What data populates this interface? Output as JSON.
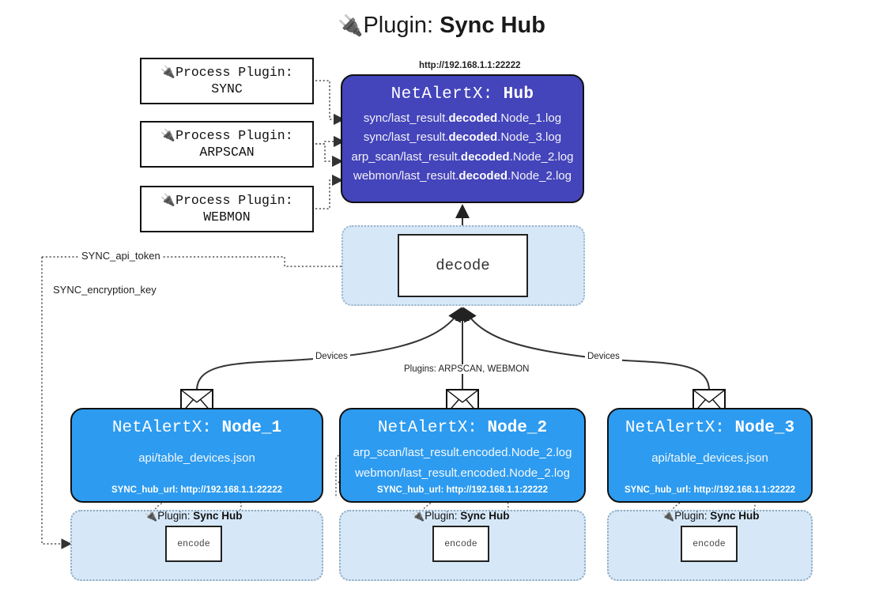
{
  "title": {
    "icon": "electric-plug-icon",
    "prefix": "Plugin: ",
    "name": "Sync Hub",
    "glyph": "🔌"
  },
  "process_plugins": [
    {
      "line1": "Process Plugin:",
      "line2": "SYNC"
    },
    {
      "line1": "Process Plugin:",
      "line2": "ARPSCAN"
    },
    {
      "line1": "Process Plugin:",
      "line2": "WEBMON"
    }
  ],
  "hub": {
    "url": "http://192.168.1.1:22222",
    "title_prefix": "NetAlertX: ",
    "title_name": "Hub",
    "logs": [
      {
        "pre": "sync/last_result.",
        "mid": "decoded",
        "post": ".Node_1.log"
      },
      {
        "pre": "sync/last_result.",
        "mid": "decoded",
        "post": ".Node_3.log"
      },
      {
        "pre": "arp_scan/last_result.",
        "mid": "decoded",
        "post": ".Node_2.log"
      },
      {
        "pre": "webmon/last_result.",
        "mid": "decoded",
        "post": ".Node_2.log"
      }
    ]
  },
  "decode": {
    "label": "decode"
  },
  "secrets": {
    "api_token": "SYNC_api_token",
    "encryption_key": "SYNC_encryption_key"
  },
  "edges": {
    "devices_left": "Devices",
    "devices_right": "Devices",
    "plugins_center": "Plugins: ARPSCAN, WEBMON"
  },
  "nodes": [
    {
      "title_prefix": "NetAlertX: ",
      "title_name": "Node_1",
      "lines": [
        "api/table_devices.json"
      ],
      "footer": "SYNC_hub_url: http://192.168.1.1:22222"
    },
    {
      "title_prefix": "NetAlertX: ",
      "title_name": "Node_2",
      "lines": [
        "arp_scan/last_result.encoded.Node_2.log",
        "webmon/last_result.encoded.Node_2.log"
      ],
      "footer": "SYNC_hub_url: http://192.168.1.1:22222"
    },
    {
      "title_prefix": "NetAlertX: ",
      "title_name": "Node_3",
      "lines": [
        "api/table_devices.json"
      ],
      "footer": "SYNC_hub_url: http://192.168.1.1:22222"
    }
  ],
  "bands": [
    {
      "label_prefix": "Plugin: ",
      "label_name": "Sync Hub",
      "encode": "encode"
    },
    {
      "label_prefix": "Plugin: ",
      "label_name": "Sync Hub",
      "encode": "encode"
    },
    {
      "label_prefix": "Plugin: ",
      "label_name": "Sync Hub",
      "encode": "encode"
    }
  ],
  "colors": {
    "hub_fill": "#4444bb",
    "node_fill": "#2d9bf0",
    "container_fill": "#d6e8f8",
    "stroke": "#111111"
  }
}
